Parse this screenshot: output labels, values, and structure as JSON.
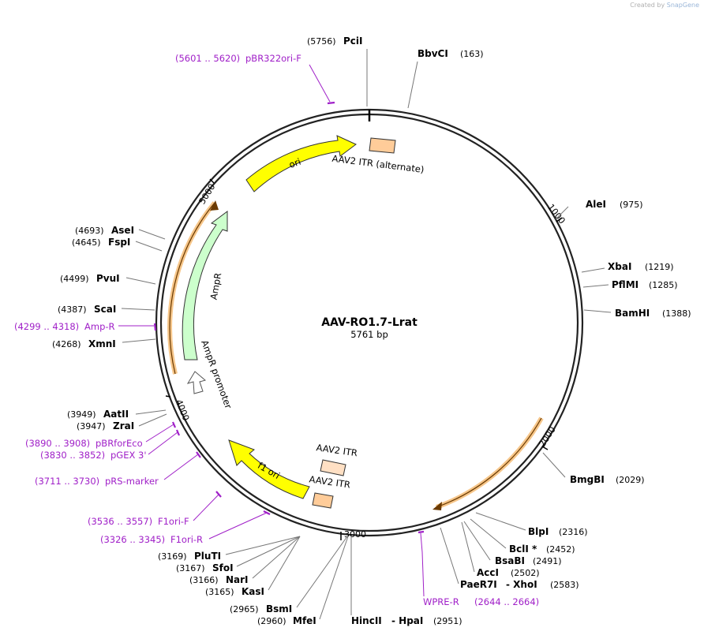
{
  "credit": {
    "prefix": "Created by",
    "brand": "SnapGene"
  },
  "plasmid": {
    "name": "AAV-RO1.7-Lrat",
    "size": "5761 bp"
  },
  "ticks": [
    "1000",
    "2000",
    "3000",
    "4000",
    "5000"
  ],
  "features": {
    "ori": "ori",
    "itr_alt": "AAV2 ITR (alternate)",
    "ampr": "AmpR",
    "ampr_promoter": "AmpR promoter",
    "f1ori": "f1 ori",
    "itr1": "AAV2 ITR",
    "itr2": "AAV2 ITR"
  },
  "sites": [
    {
      "name": "PciI",
      "pos": "(5756)"
    },
    {
      "name": "BbvCI",
      "pos": "(163)"
    },
    {
      "name": "AleI",
      "pos": "(975)"
    },
    {
      "name": "XbaI",
      "pos": "(1219)"
    },
    {
      "name": "PflMI",
      "pos": "(1285)"
    },
    {
      "name": "BamHI",
      "pos": "(1388)"
    },
    {
      "name": "BmgBI",
      "pos": "(2029)"
    },
    {
      "name": "BlpI",
      "pos": "(2316)"
    },
    {
      "name": "BclI *",
      "pos": "(2452)"
    },
    {
      "name": "BsaBI",
      "pos": "(2491)"
    },
    {
      "name": "AccI",
      "pos": "(2502)"
    },
    {
      "name": "PaeR7I",
      "pos": ""
    },
    {
      "name": "- XhoI",
      "pos": "(2583)"
    },
    {
      "name": "HincII",
      "pos": ""
    },
    {
      "name": "- HpaI",
      "pos": "(2951)"
    },
    {
      "name": "MfeI",
      "pos": "(2960)"
    },
    {
      "name": "BsmI",
      "pos": "(2965)"
    },
    {
      "name": "KasI",
      "pos": "(3165)"
    },
    {
      "name": "NarI",
      "pos": "(3166)"
    },
    {
      "name": "SfoI",
      "pos": "(3167)"
    },
    {
      "name": "PluTI",
      "pos": "(3169)"
    },
    {
      "name": "ZraI",
      "pos": "(3947)"
    },
    {
      "name": "AatII",
      "pos": "(3949)"
    },
    {
      "name": "XmnI",
      "pos": "(4268)"
    },
    {
      "name": "ScaI",
      "pos": "(4387)"
    },
    {
      "name": "PvuI",
      "pos": "(4499)"
    },
    {
      "name": "FspI",
      "pos": "(4645)"
    },
    {
      "name": "AseI",
      "pos": "(4693)"
    }
  ],
  "primers": [
    {
      "range": "(5601 .. 5620)",
      "name": "pBR322ori-F"
    },
    {
      "range": "(4299 .. 4318)",
      "name": "Amp-R"
    },
    {
      "range": "(3890 .. 3908)",
      "name": "pBRforEco"
    },
    {
      "range": "(3830 .. 3852)",
      "name": "pGEX 3'"
    },
    {
      "range": "(3711 .. 3730)",
      "name": "pRS-marker"
    },
    {
      "range": "(3536 .. 3557)",
      "name": "F1ori-F"
    },
    {
      "range": "(3326 .. 3345)",
      "name": "F1ori-R"
    },
    {
      "range": "(2644 .. 2664)",
      "name": "WPRE-R"
    }
  ],
  "colors": {
    "backbone": "#222222",
    "ori": "#ffff00",
    "ampr": "#ccffcc",
    "itr": "#ffcc99",
    "itr_light": "#ffe0c4",
    "orf_highlight": "#f6c68a",
    "primer": "#a020c8",
    "leader": "#777777"
  }
}
